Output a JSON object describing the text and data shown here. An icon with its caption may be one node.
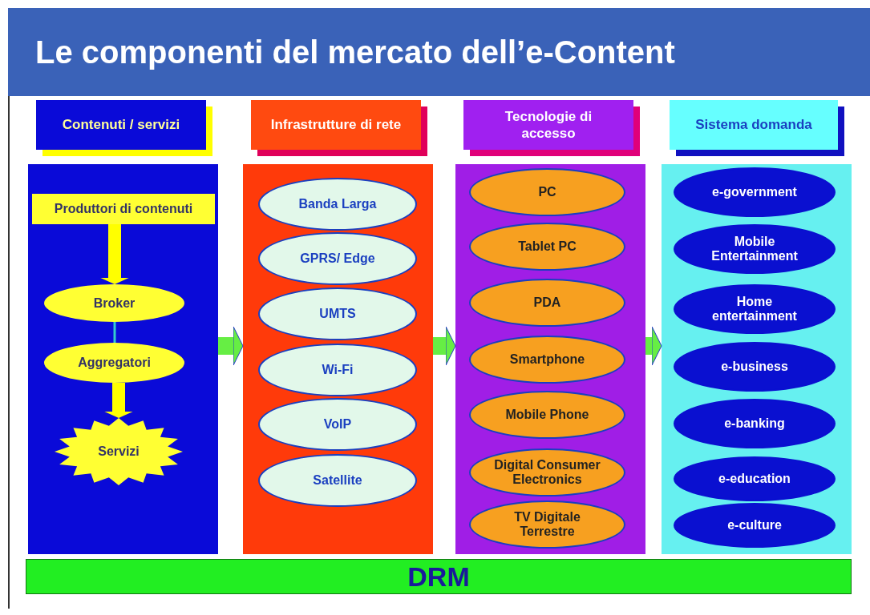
{
  "diagram": {
    "title": "Le componenti del mercato dell’e-Content",
    "nodes": [
      {
        "text": [
          "Contenuti / servizi"
        ]
      },
      {
        "text": [
          "Infrastrutture di rete"
        ]
      },
      {
        "text": [
          "Tecnologie di accesso"
        ]
      },
      {
        "text": [
          "Sistema domanda"
        ]
      },
      {
        "text": [],
        "shape": "box"
      },
      {
        "text": [
          "Produttori di contenuti"
        ],
        "in": 4
      },
      {
        "text": [
          "Broker"
        ],
        "in": 4
      },
      {
        "text": [
          "Aggregatori"
        ],
        "in": 4
      },
      {
        "text": [
          "Servizi"
        ],
        "in": 4
      },
      {
        "text": [],
        "shape": "box"
      },
      {
        "text": [
          "Banda Larga"
        ],
        "in": 9
      },
      {
        "text": [
          "GPRS/ Edge"
        ],
        "in": 9
      },
      {
        "text": [
          "UMTS"
        ],
        "in": 9
      },
      {
        "text": [
          "Wi-Fi"
        ],
        "in": 9
      },
      {
        "text": [
          "VoIP"
        ],
        "in": 9
      },
      {
        "text": [
          "Satellite"
        ],
        "in": 9
      },
      {
        "text": [],
        "shape": "box"
      },
      {
        "text": [
          "PC"
        ],
        "in": 16
      },
      {
        "text": [
          "Tablet PC"
        ],
        "in": 16
      },
      {
        "text": [
          "PDA"
        ],
        "in": 16
      },
      {
        "text": [
          "Smartphone"
        ],
        "in": 16
      },
      {
        "text": [
          "Mobile Phone"
        ],
        "in": 16
      },
      {
        "text": [
          "Digital Consumer Electronics"
        ],
        "in": 16
      },
      {
        "text": [
          "TV Digitale Terrestre"
        ],
        "in": 16
      },
      {
        "text": [],
        "shape": "box"
      },
      {
        "text": [
          "e-government"
        ],
        "in": 24
      },
      {
        "text": [
          "Mobile Entertainment"
        ],
        "in": 24
      },
      {
        "text": [
          "Home entertainment"
        ],
        "in": 24
      },
      {
        "text": [
          "e-business"
        ],
        "in": 24
      },
      {
        "text": [
          "e-banking"
        ],
        "in": 24
      },
      {
        "text": [
          "e-education"
        ],
        "in": 24
      },
      {
        "text": [
          "e-culture"
        ],
        "in": 24
      },
      {
        "text": [
          "DRM"
        ]
      }
    ],
    "edges": [
      {
        "from": 5,
        "to": 6,
        "arrow": "to",
        "color": "#ffff00"
      },
      {
        "from": 6,
        "to": 7,
        "arrow": "none",
        "color": "#33cccc"
      },
      {
        "from": 7,
        "to": 8,
        "arrow": "to",
        "color": "#ffff00"
      },
      {
        "from": 4,
        "to": 9,
        "arrow": "to"
      },
      {
        "from": 9,
        "to": 16,
        "arrow": "to"
      },
      {
        "from": 16,
        "to": 24,
        "arrow": "to"
      }
    ]
  }
}
